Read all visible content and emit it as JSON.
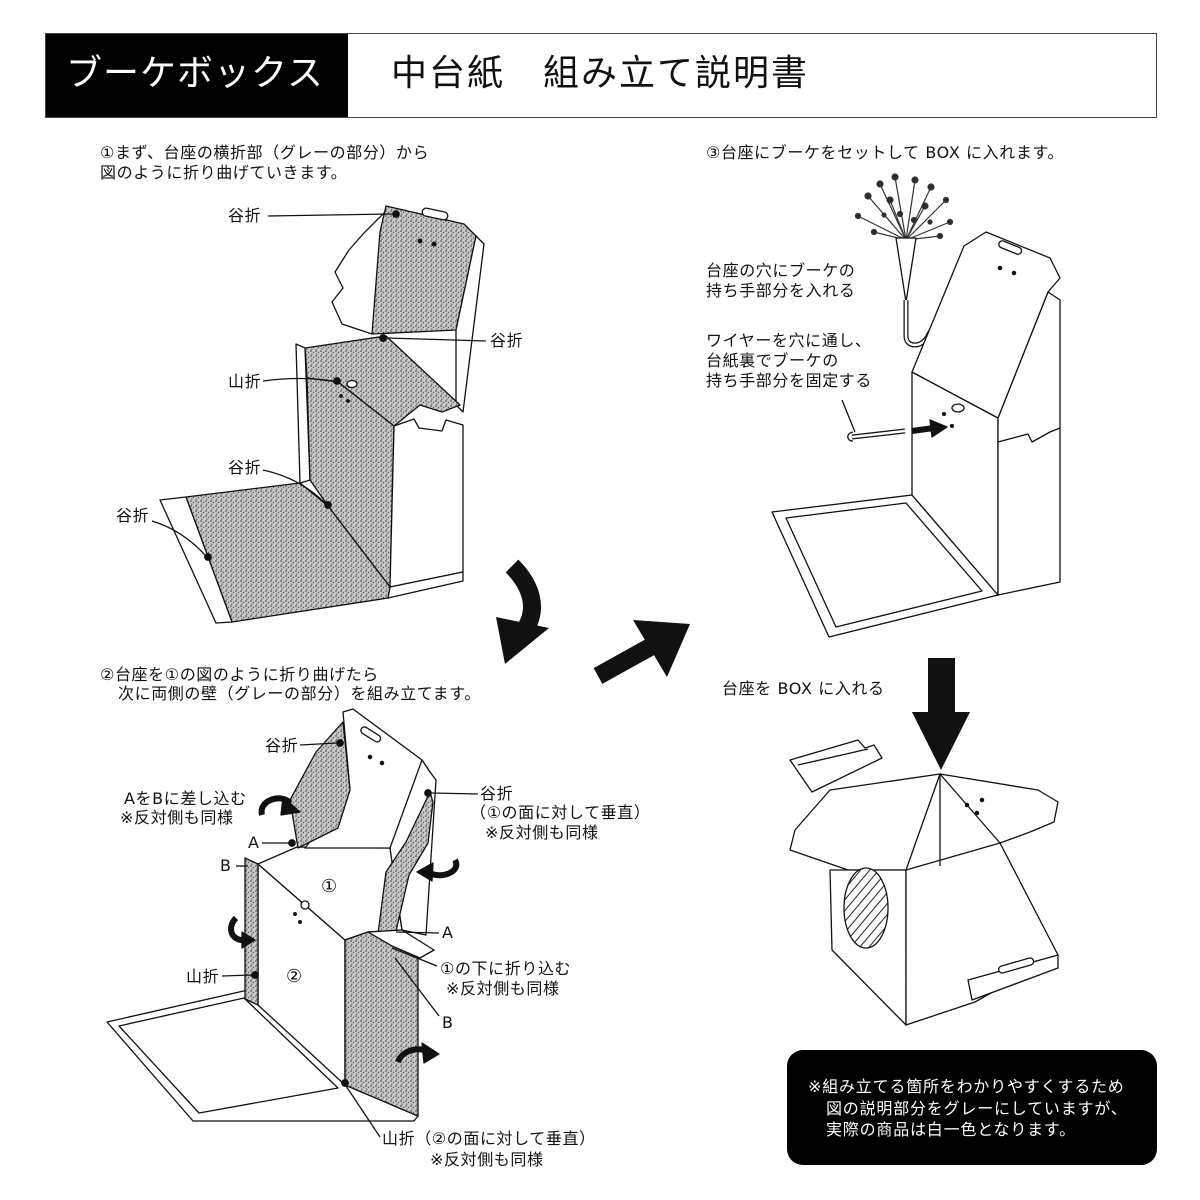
{
  "header": {
    "product_name": "ブーケボックス",
    "document_title": "中台紙　組み立て説明書"
  },
  "step1": {
    "instructions": [
      "①まず、台座の横折部（グレーの部分）から",
      "図のように折り曲げていきます。"
    ],
    "fold_labels": [
      "谷折",
      "谷折",
      "山折",
      "谷折",
      "谷折"
    ]
  },
  "step2": {
    "instructions": [
      "②台座を①の図のように折り曲げたら",
      "次に両側の壁（グレーの部分）を組み立てます。"
    ],
    "top_fold": "谷折",
    "insert_note": "AをBに差し込む",
    "insert_same": "※反対側も同様",
    "tab_a_left": "A",
    "slot_b_left": "B",
    "panel_1": "①",
    "panel_2": "②",
    "left_mountain_fold": "山折",
    "right_valley_fold": "谷折",
    "right_valley_note": "（①の面に対して垂直）",
    "right_valley_same": "※反対側も同様",
    "tab_a_right": "A",
    "tuck_note": "①の下に折り込む",
    "tuck_same": "※反対側も同様",
    "slot_b_right": "B",
    "bottom_mountain_fold": "山折（②の面に対して垂直）",
    "bottom_same": "※反対側も同様"
  },
  "step3": {
    "instruction": "③台座にブーケをセットして BOX に入れます。",
    "hole_note": [
      "台座の穴にブーケの",
      "持ち手部分を入れる"
    ],
    "wire_note": [
      "ワイヤーを穴に通し、",
      "台紙裏でブーケの",
      "持ち手部分を固定する"
    ]
  },
  "box_step": {
    "instruction": "台座を BOX に入れる"
  },
  "note": {
    "lines": [
      "※組み立てる箇所をわかりやすくするため",
      "図の説明部分をグレーにしていますが、",
      "実際の商品は白一色となります。"
    ]
  },
  "colors": {
    "header_block": "#000000",
    "note_box": "#000000",
    "gray_area": "#c9c9c9"
  }
}
